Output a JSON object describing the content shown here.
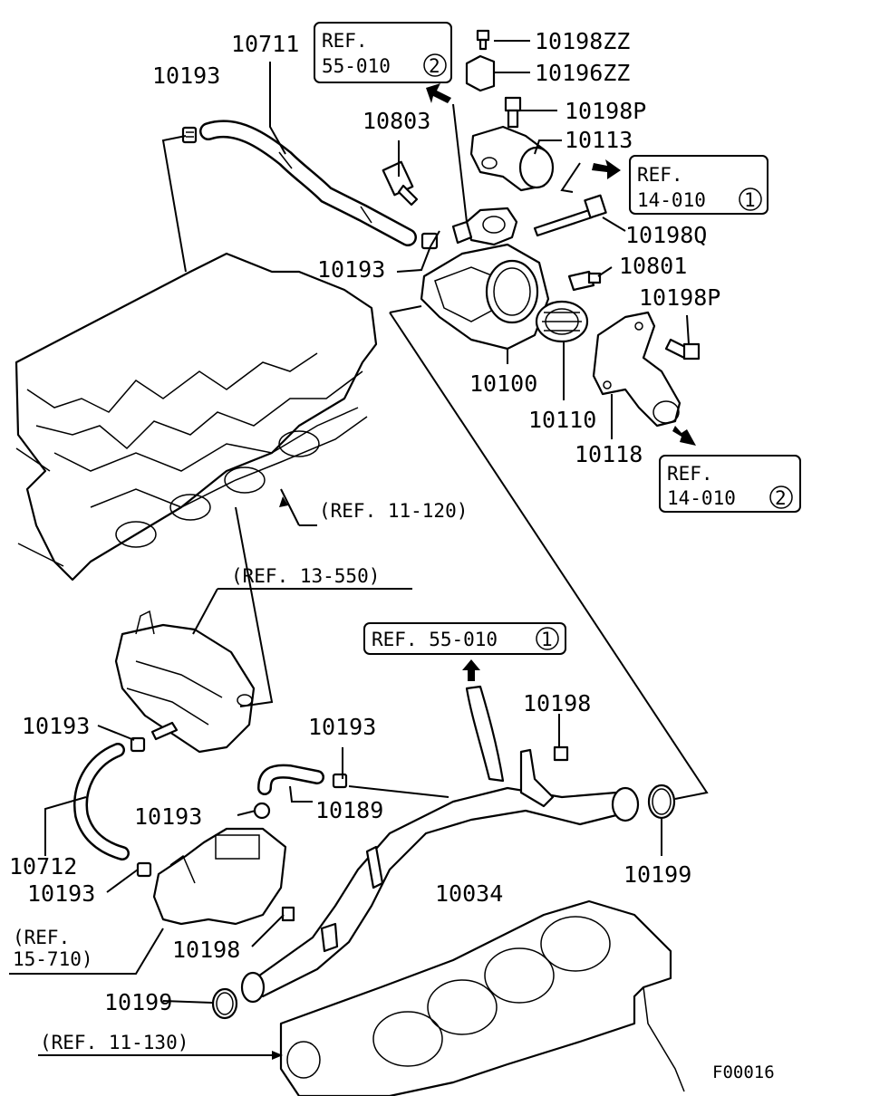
{
  "diagram": {
    "code": "F00016",
    "part_numbers": {
      "p10711": "10711",
      "p10193_top": "10193",
      "p10803": "10803",
      "p10193_mid": "10193",
      "p10198ZZ": "10198ZZ",
      "p10196ZZ": "10196ZZ",
      "p10198P_top": "10198P",
      "p10113": "10113",
      "p10198Q": "10198Q",
      "p10801": "10801",
      "p10198P_mid": "10198P",
      "p10100": "10100",
      "p10110": "10110",
      "p10118": "10118",
      "p10193_left": "10193",
      "p10193_hose": "10193",
      "p10193_clip": "10193",
      "p10189": "10189",
      "p10198_right": "10198",
      "p10199_right": "10199",
      "p10712": "10712",
      "p10193_low": "10193",
      "p10034": "10034",
      "p10198_low": "10198",
      "p10199_low": "10199"
    },
    "ref_boxes": {
      "r55_010_2": {
        "line1": "REF.",
        "line2": "55-010",
        "num": "2"
      },
      "r14_010_1": {
        "line1": "REF.",
        "line2": "14-010",
        "num": "1"
      },
      "r14_010_2": {
        "line1": "REF.",
        "line2": "14-010",
        "num": "2"
      },
      "r55_010_1": {
        "line1": "REF. 55-010",
        "num": "1"
      }
    },
    "ref_texts": {
      "ref_11_120": "(REF. 11-120)",
      "ref_13_550": "(REF. 13-550)",
      "ref_15_710_a": "(REF.",
      "ref_15_710_b": "15-710)",
      "ref_11_130": "(REF. 11-130)"
    }
  }
}
